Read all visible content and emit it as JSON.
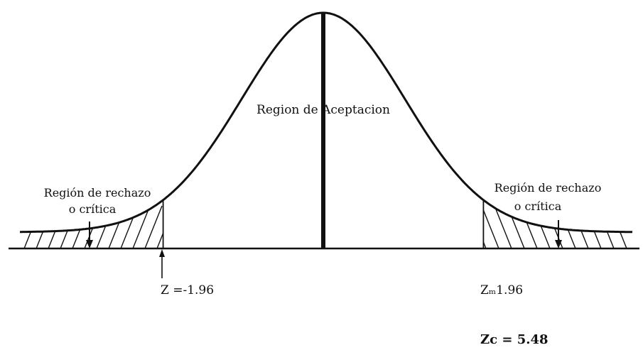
{
  "labels": {
    "acceptance_region": "Region de Aceptacion",
    "rejection_left_line1": "Región de rechazo",
    "rejection_left_line2": "o crítica",
    "rejection_right_line1": "Región de rechazo",
    "rejection_right_line2": "o crítica",
    "z_left": "Z =-1.96",
    "z_right": "Zₘ1.96",
    "z_calc": "Zc = 5.48"
  },
  "distribution": {
    "type": "normal",
    "mean": 0,
    "critical_left": -1.96,
    "critical_right": 1.96,
    "z_calc": 5.48
  },
  "colors": {
    "ink": "#111111",
    "background": "#ffffff"
  }
}
